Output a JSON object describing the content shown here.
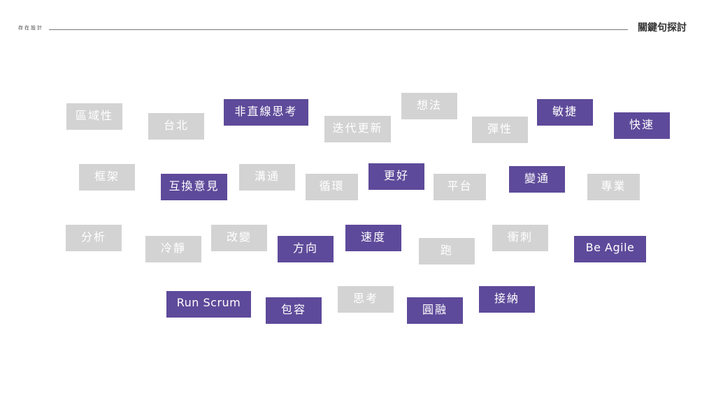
{
  "header": {
    "brand": "存在設計",
    "title": "關鍵句探討"
  },
  "colors": {
    "highlight": "#5e4a9a",
    "neutral": "#d3d3d3"
  },
  "keywords": [
    {
      "text": "區域性",
      "highlighted": false
    },
    {
      "text": "台北",
      "highlighted": false
    },
    {
      "text": "非直線思考",
      "highlighted": true
    },
    {
      "text": "迭代更新",
      "highlighted": false
    },
    {
      "text": "想法",
      "highlighted": false
    },
    {
      "text": "彈性",
      "highlighted": false
    },
    {
      "text": "敏捷",
      "highlighted": true
    },
    {
      "text": "快速",
      "highlighted": true
    },
    {
      "text": "框架",
      "highlighted": false
    },
    {
      "text": "互換意見",
      "highlighted": true
    },
    {
      "text": "溝通",
      "highlighted": false
    },
    {
      "text": "循環",
      "highlighted": false
    },
    {
      "text": "更好",
      "highlighted": true
    },
    {
      "text": "平台",
      "highlighted": false
    },
    {
      "text": "變通",
      "highlighted": true
    },
    {
      "text": "專業",
      "highlighted": false
    },
    {
      "text": "分析",
      "highlighted": false
    },
    {
      "text": "冷靜",
      "highlighted": false
    },
    {
      "text": "改變",
      "highlighted": false
    },
    {
      "text": "方向",
      "highlighted": true
    },
    {
      "text": "速度",
      "highlighted": true
    },
    {
      "text": "跑",
      "highlighted": false
    },
    {
      "text": "衝刺",
      "highlighted": false
    },
    {
      "text": "Be Agile",
      "highlighted": true
    },
    {
      "text": "Run Scrum",
      "highlighted": true
    },
    {
      "text": "包容",
      "highlighted": true
    },
    {
      "text": "思考",
      "highlighted": false
    },
    {
      "text": "圓融",
      "highlighted": true
    },
    {
      "text": "接納",
      "highlighted": true
    }
  ]
}
